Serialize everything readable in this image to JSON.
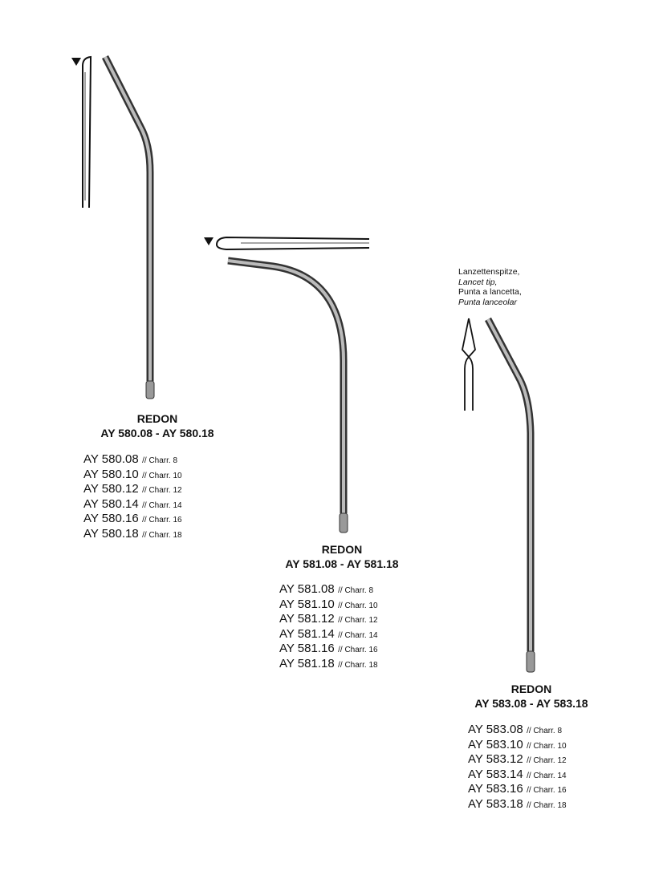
{
  "products": [
    {
      "name": "REDON",
      "range": "AY 580.08 - AY 580.18",
      "items": [
        {
          "code": "AY 580.08",
          "size": "// Charr. 8"
        },
        {
          "code": "AY 580.10",
          "size": "// Charr. 10"
        },
        {
          "code": "AY 580.12",
          "size": "// Charr. 12"
        },
        {
          "code": "AY 580.14",
          "size": "// Charr. 14"
        },
        {
          "code": "AY 580.16",
          "size": "// Charr. 16"
        },
        {
          "code": "AY 580.18",
          "size": "// Charr. 18"
        }
      ]
    },
    {
      "name": "REDON",
      "range": "AY 581.08 - AY 581.18",
      "items": [
        {
          "code": "AY 581.08",
          "size": "// Charr. 8"
        },
        {
          "code": "AY 581.10",
          "size": "// Charr. 10"
        },
        {
          "code": "AY 581.12",
          "size": "// Charr. 12"
        },
        {
          "code": "AY 581.14",
          "size": "// Charr. 14"
        },
        {
          "code": "AY 581.16",
          "size": "// Charr. 16"
        },
        {
          "code": "AY 581.18",
          "size": "// Charr. 18"
        }
      ]
    },
    {
      "name": "REDON",
      "range": "AY 583.08 - AY 583.18",
      "items": [
        {
          "code": "AY 583.08",
          "size": "// Charr. 8"
        },
        {
          "code": "AY 583.10",
          "size": "// Charr. 10"
        },
        {
          "code": "AY 583.12",
          "size": "// Charr. 12"
        },
        {
          "code": "AY 583.14",
          "size": "// Charr. 14"
        },
        {
          "code": "AY 583.16",
          "size": "// Charr. 16"
        },
        {
          "code": "AY 583.18",
          "size": "// Charr. 18"
        }
      ]
    }
  ],
  "tip_note": [
    "Lanzettenspitze,",
    "Lancet tip,",
    "Punta a lancetta,",
    "Punta lanceolar"
  ]
}
